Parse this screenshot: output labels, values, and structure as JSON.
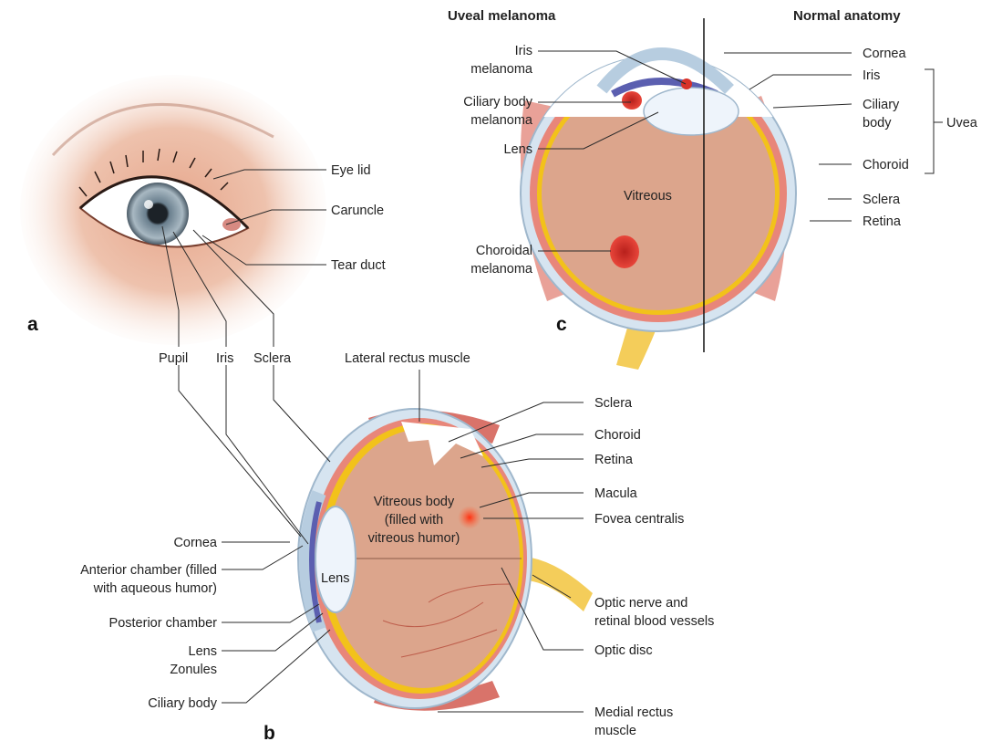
{
  "panel_a": {
    "letter": "a",
    "labels": {
      "eye_lid": "Eye lid",
      "caruncle": "Caruncle",
      "tear_duct": "Tear duct",
      "pupil": "Pupil",
      "iris": "Iris",
      "sclera": "Sclera"
    }
  },
  "panel_b": {
    "letter": "b",
    "labels": {
      "lateral_rectus": "Lateral rectus muscle",
      "sclera": "Sclera",
      "choroid": "Choroid",
      "retina": "Retina",
      "macula": "Macula",
      "fovea": "Fovea centralis",
      "vitreous": [
        "Vitreous body",
        "(filled with",
        "vitreous humor)"
      ],
      "lens": "Lens",
      "cornea": "Cornea",
      "anterior_chamber": [
        "Anterior chamber (filled",
        "with aqueous humor)"
      ],
      "posterior_chamber": "Posterior chamber",
      "lens_zonules": [
        "Lens",
        "Zonules"
      ],
      "ciliary_body": "Ciliary body",
      "optic_nerve": [
        "Optic nerve and",
        "retinal blood vessels"
      ],
      "optic_disc": "Optic disc",
      "medial_rectus": [
        "Medial rectus",
        "muscle"
      ]
    }
  },
  "panel_c": {
    "letter": "c",
    "header_left": "Uveal melanoma",
    "header_right": "Normal anatomy",
    "labels": {
      "iris_melanoma": [
        "Iris",
        "melanoma"
      ],
      "ciliary_body_melanoma": [
        "Ciliary body",
        "melanoma"
      ],
      "lens": "Lens",
      "vitreous": "Vitreous",
      "choroidal_melanoma": [
        "Choroidal",
        "melanoma"
      ],
      "cornea": "Cornea",
      "iris": "Iris",
      "ciliary_body": [
        "Ciliary",
        "body"
      ],
      "uvea": "Uvea",
      "choroid": "Choroid",
      "sclera": "Sclera",
      "retina": "Retina"
    }
  },
  "colors": {
    "vitreous": "#dca58c",
    "sclera": "#d6e4f0",
    "retina": "#f2c21a",
    "choroid": "#e8867a",
    "iris": "#5b5fb0",
    "melanoma": "#d8322a",
    "muscle": "#d9736a",
    "optic_nerve": "#f4cd5a",
    "skin": "#e8b096"
  }
}
